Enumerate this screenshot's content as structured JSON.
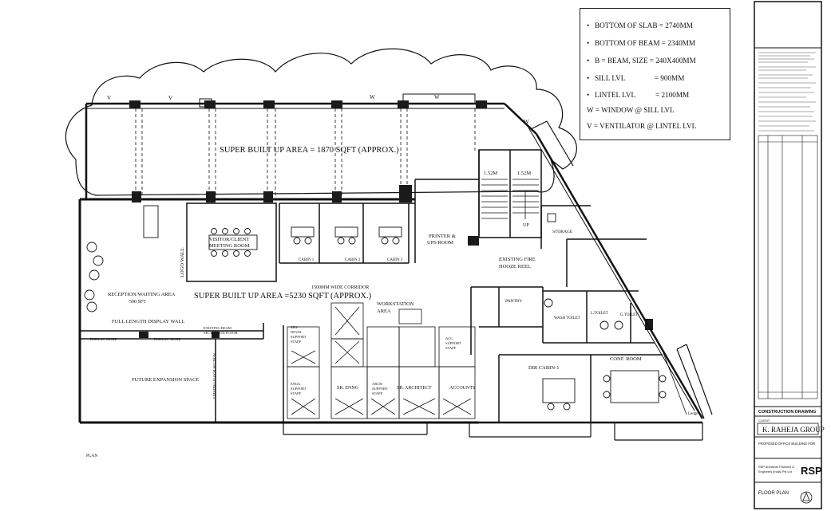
{
  "legend": {
    "items": [
      {
        "bullet": "•",
        "text": "BOTTOM OF SLAB = 2740MM"
      },
      {
        "bullet": "•",
        "text": "BOTTOM OF BEAM = 2340MM"
      },
      {
        "bullet": "•",
        "text": "B = BEAM,  SIZE    = 240X400MM"
      },
      {
        "bullet": "•",
        "text": "SILL LVL                = 900MM"
      },
      {
        "bullet": "•",
        "text": "LINTEL LVL           = 2100MM"
      }
    ],
    "notes": [
      "W = WINDOW @ SILL LVL",
      "V = VENTILATOR @ LINTEL LVL"
    ]
  },
  "areas": {
    "upper": "SUPER BUILT UP AREA = 1870 SQFT (APPROX.)",
    "lower": "SUPER BUILT UP AREA =5230 SQFT (APPROX.)",
    "corridor": "1500MM WIDE CORRIDOR"
  },
  "rooms": {
    "visitor_meeting": [
      "VISITOR/CLIENT",
      "MEETING ROOM"
    ],
    "logo_wall": "LOGO WALL",
    "cabin1": "CABIN 1",
    "cabin2": "CABIN 2",
    "cabin3": "CABIN 3",
    "printer": [
      "PRINTER &",
      "UPS ROOM"
    ],
    "reception": [
      "RECEPTION/WAITING AREA",
      "500 SFT"
    ],
    "display_wall": "FULL LENGTH DISPLAY WALL",
    "display_niche1": "DISPLAY NICHE",
    "display_niche2": "DISPLAY NICHE",
    "existing_beam": [
      "EXISTING BEAM",
      "SECTION ON FLOOR"
    ],
    "future": "FUTURE EXPANSION SPACE",
    "future_vertical": "EXISTING FLOOR SECTION",
    "workstation": [
      "WORKSTATION",
      "AREA"
    ],
    "fire": [
      "EXISTING FIRE",
      "HOOZE REEL"
    ],
    "pantry": "PANTRY",
    "storage": "STORAGE",
    "up": "UP",
    "stair_w1": "1.52M",
    "stair_w2": "1.52M",
    "ltoilet": "L.TOILET",
    "gtoilet": "G.TOILET",
    "wtoilet": "WASH TOILET",
    "mis": [
      "MIS/",
      "DEVEL",
      "SUPPORT",
      "STAFF"
    ],
    "engg": [
      "ENGG.",
      "SUPPORT",
      "STAFF"
    ],
    "arch_support": [
      "ARCH.",
      "SUPPORT",
      "STAFF"
    ],
    "acc_support": [
      "ACC.",
      "SUPPORT",
      "STAFF"
    ],
    "sr_engg": "SR. ENNG",
    "sr_arch": "SR. ARCHITECT",
    "accounts": "ACCOUNTS",
    "dir_cabin": "DIR CABIN-1",
    "conf_room": "CONF. ROOM",
    "ledge": "Ledge",
    "plan": "PLAN"
  },
  "markers": {
    "v1": "V",
    "v2": "V",
    "w1": "W",
    "w2": "W",
    "w3": "W"
  },
  "titleblock": {
    "drawing_type": "CONSTRUCTION DRAWING",
    "client_label": "CLIENT :",
    "client": "K. RAHEJA GROUP",
    "project": "PROPOSED OFFICE BUILDING FOR",
    "consultant": [
      "RSP Architects Planners &",
      "Engineers (India) Pvt Ltd"
    ],
    "logo": "RSP",
    "sheet_title": "FLOOR PLAN"
  },
  "colors": {
    "ink": "#111111",
    "column_fill": "#1a1a1a",
    "paper": "#ffffff"
  }
}
